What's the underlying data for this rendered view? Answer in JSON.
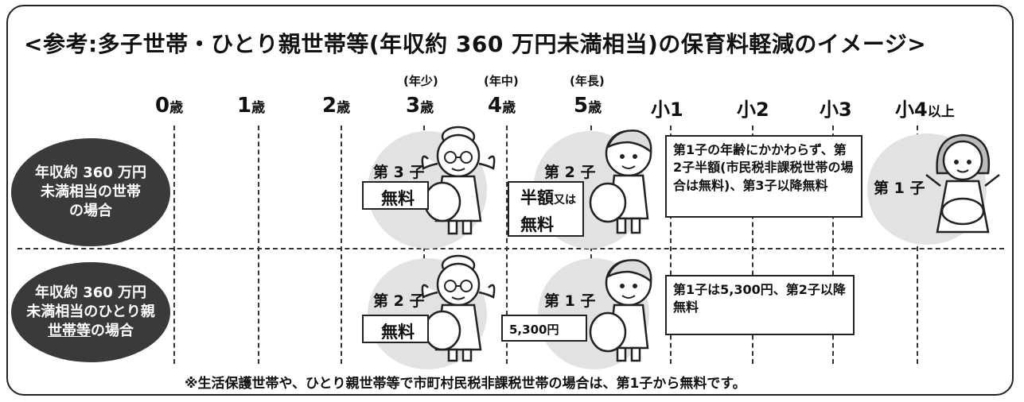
{
  "title": "<参考:多子世帯・ひとり親世帯等(年収約 360 万円未満相当)の保育料軽減のイメージ>",
  "age_headers": [
    {
      "sub": "",
      "main": "0",
      "suffix": "歳"
    },
    {
      "sub": "",
      "main": "1",
      "suffix": "歳"
    },
    {
      "sub": "",
      "main": "2",
      "suffix": "歳"
    },
    {
      "sub": "(年少)",
      "main": "3",
      "suffix": "歳"
    },
    {
      "sub": "(年中)",
      "main": "4",
      "suffix": "歳"
    },
    {
      "sub": "(年長)",
      "main": "5",
      "suffix": "歳"
    },
    {
      "sub": "",
      "main": "小1",
      "suffix": ""
    },
    {
      "sub": "",
      "main": "小2",
      "suffix": ""
    },
    {
      "sub": "",
      "main": "小3",
      "suffix": ""
    },
    {
      "sub": "",
      "main": "小4",
      "suffix": "以上"
    }
  ],
  "rows": [
    {
      "label_lines": [
        "年収約 360 万円",
        "未満相当の世帯",
        "の場合"
      ],
      "child3_label": "第 3 子",
      "child3_fee": "無料",
      "child2_label": "第 2 子",
      "child2_fee_main": "半額",
      "child2_fee_or": "又は",
      "child2_fee_alt": "無料",
      "child1_label": "第 1 子",
      "explanation": "第1子の年齢にかかわらず、第2子半額(市民税非課税世帯の場合は無料)、第3子以降無料"
    },
    {
      "label_line1": "年収約 360 万円",
      "label_line2": "未満相当のひとり親",
      "label_line3a": "世帯等",
      "label_line3b": "の場合",
      "child2_label": "第 2 子",
      "child2_fee": "無料",
      "child1_label": "第 1 子",
      "child1_fee": "5,300円",
      "explanation": "第1子は5,300円、第2子以降無料"
    }
  ],
  "footnote": "※生活保護世帯や、ひとり親世帯等で市町村民税非課税世帯の場合は、第1子から無料です。",
  "colors": {
    "oval": "#3a3a3a",
    "disc": "#e2e2e2",
    "line": "#333333"
  },
  "icons": [
    "girl-with-drum-icon",
    "boy-with-drum-icon",
    "older-girl-with-drum-icon"
  ]
}
